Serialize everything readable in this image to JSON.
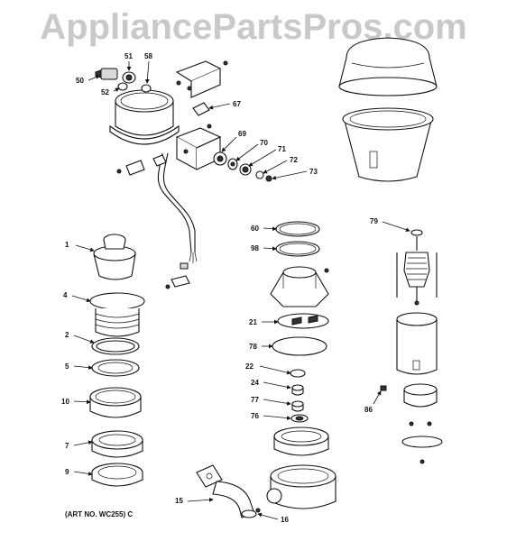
{
  "watermark": "AppliancePartsPros.com",
  "art_number": "(ART NO. WC255) C",
  "callouts": [
    "1",
    "2",
    "4",
    "5",
    "7",
    "9",
    "10",
    "15",
    "16",
    "21",
    "22",
    "24",
    "50",
    "51",
    "52",
    "58",
    "60",
    "67",
    "69",
    "70",
    "71",
    "72",
    "73",
    "76",
    "77",
    "78",
    "79",
    "86",
    "98"
  ]
}
